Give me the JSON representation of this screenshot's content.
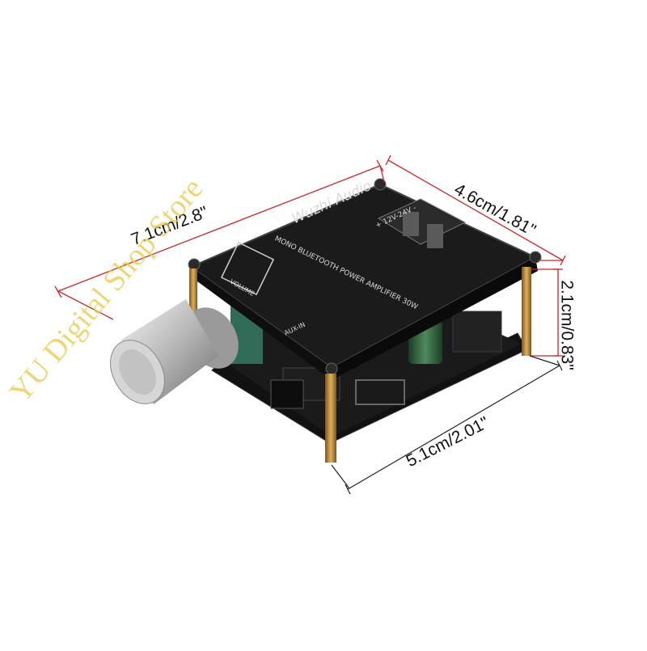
{
  "dimensions": {
    "length": "7.1cm/2.8\"",
    "depth": "4.6cm/1.81\"",
    "height": "2.1cm/0.83\"",
    "width": "5.1cm/2.01\""
  },
  "board": {
    "brand": "Wuzhi Audio",
    "description": "MONO BLUETOOTH POWER AMPLIFIER 30W",
    "power_label": "+ 12V-24V -",
    "volume_label": "VOLUME",
    "aux_label": "AUX-IN",
    "plus_label": "+",
    "minus_label": "-"
  },
  "watermark": "YU Digital Shop Store",
  "colors": {
    "dimension_line": "#c62828",
    "pcb": "#141414",
    "standoff": "#b8862e",
    "knob": "#c9c9c9"
  }
}
